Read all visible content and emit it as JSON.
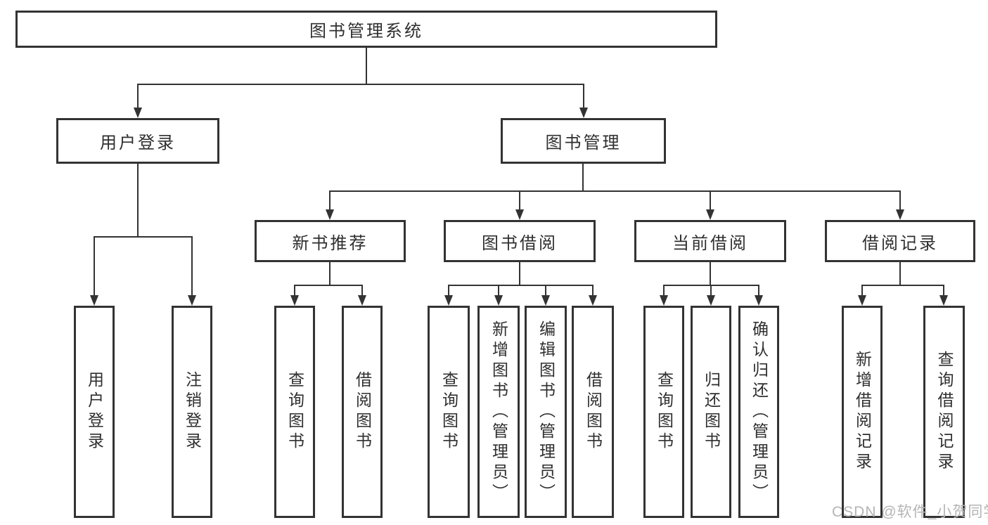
{
  "diagram_type": "hierarchy-tree",
  "colors": {
    "line": "#333333",
    "text": "#2f2f2f",
    "watermark": "#b5b5b5",
    "background": "#ffffff"
  },
  "watermark": {
    "text": "CSDN @软件_小贺同学"
  },
  "hierarchy": {
    "label": "图书管理系统",
    "children": [
      {
        "label": "用户登录",
        "children": [
          {
            "label": "用户登录"
          },
          {
            "label": "注销登录"
          }
        ]
      },
      {
        "label": "图书管理",
        "children": [
          {
            "label": "新书推荐",
            "children": [
              {
                "label": "查询图书"
              },
              {
                "label": "借阅图书"
              }
            ]
          },
          {
            "label": "图书借阅",
            "children": [
              {
                "label": "查询图书"
              },
              {
                "label": "新增图书（管理员）"
              },
              {
                "label": "编辑图书（管理员）"
              },
              {
                "label": "借阅图书"
              }
            ]
          },
          {
            "label": "当前借阅",
            "children": [
              {
                "label": "查询图书"
              },
              {
                "label": "归还图书"
              },
              {
                "label": "确认归还（管理员）"
              }
            ]
          },
          {
            "label": "借阅记录",
            "children": [
              {
                "label": "新增借阅记录"
              },
              {
                "label": "查询借阅记录"
              }
            ]
          }
        ]
      }
    ]
  }
}
